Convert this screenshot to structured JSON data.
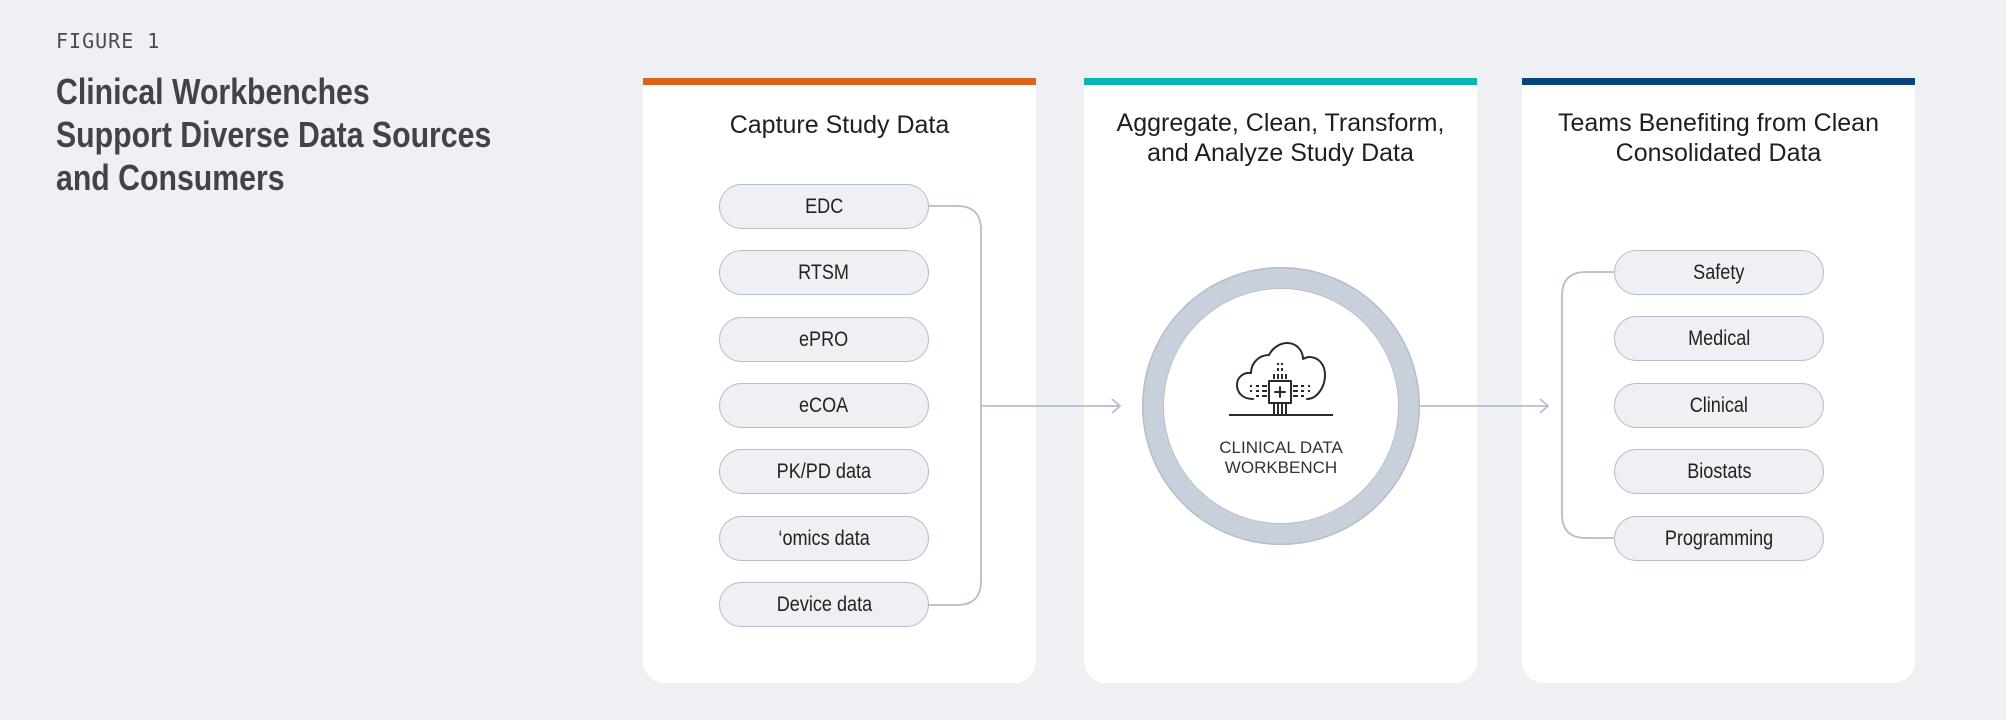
{
  "figure": {
    "label": "FIGURE 1",
    "title_lines": [
      "Clinical Workbenches",
      "Support Diverse Data Sources",
      "and Consumers"
    ]
  },
  "colors": {
    "background": "#eff0f4",
    "capture_accent": "#de6318",
    "aggregate_accent": "#0bb5b5",
    "teams_accent": "#09447a",
    "connector": "#b3bfcd",
    "pill_fill": "#eef0f4"
  },
  "columns": {
    "capture": {
      "title_lines": [
        "Capture Study Data"
      ],
      "sources": [
        "EDC",
        "RTSM",
        "ePRO",
        "eCOA",
        "PK/PD data",
        "‘omics data",
        "Device data"
      ]
    },
    "aggregate": {
      "title_lines": [
        "Aggregate, Clean, Transform,",
        "and Analyze Study Data"
      ],
      "hub": {
        "icon": "cloud-chip-icon",
        "label_lines": [
          "CLINICAL DATA",
          "WORKBENCH"
        ]
      }
    },
    "teams": {
      "title_lines": [
        "Teams Benefiting from Clean",
        "Consolidated Data"
      ],
      "consumers": [
        "Safety",
        "Medical",
        "Clinical",
        "Biostats",
        "Programming"
      ]
    }
  },
  "flow": [
    {
      "from": "Capture Study Data",
      "to": "CLINICAL DATA WORKBENCH"
    },
    {
      "from": "CLINICAL DATA WORKBENCH",
      "to": "Teams Benefiting from Clean Consolidated Data"
    }
  ]
}
